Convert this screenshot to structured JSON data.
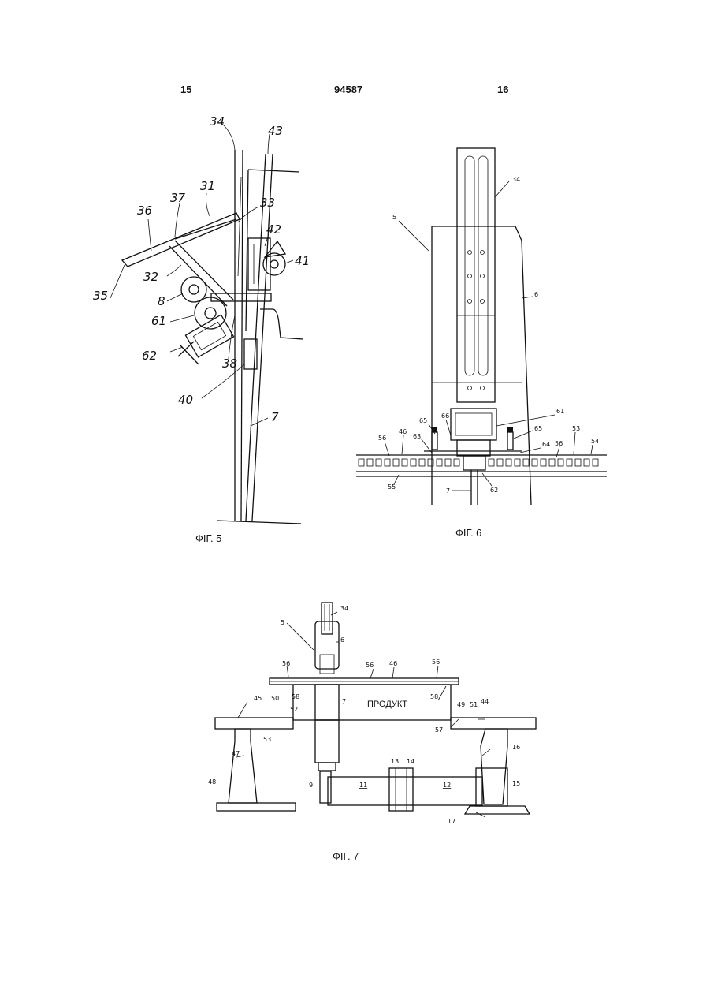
{
  "header": {
    "page_left": "15",
    "doc_number": "94587",
    "page_right": "16"
  },
  "figures": {
    "fig5": {
      "caption": "ФІГ. 5",
      "labels": [
        "34",
        "43",
        "31",
        "37",
        "36",
        "33",
        "42",
        "41",
        "35",
        "32",
        "8",
        "61",
        "62",
        "38",
        "40",
        "7"
      ]
    },
    "fig6": {
      "caption": "ФІГ. 6",
      "labels": [
        "34",
        "5",
        "6",
        "61",
        "65",
        "66",
        "65",
        "63",
        "64",
        "56",
        "46",
        "56",
        "53",
        "54",
        "55",
        "7",
        "62"
      ]
    },
    "fig7": {
      "caption": "ФІГ. 7",
      "product_label": "ПРОДУКТ",
      "labels": [
        "34",
        "5",
        "6",
        "56",
        "56",
        "46",
        "56",
        "45",
        "50",
        "58",
        "52",
        "53",
        "58",
        "7",
        "49",
        "51",
        "44",
        "57",
        "47",
        "16",
        "48",
        "13",
        "14",
        "9",
        "11",
        "12",
        "15",
        "17"
      ]
    }
  }
}
